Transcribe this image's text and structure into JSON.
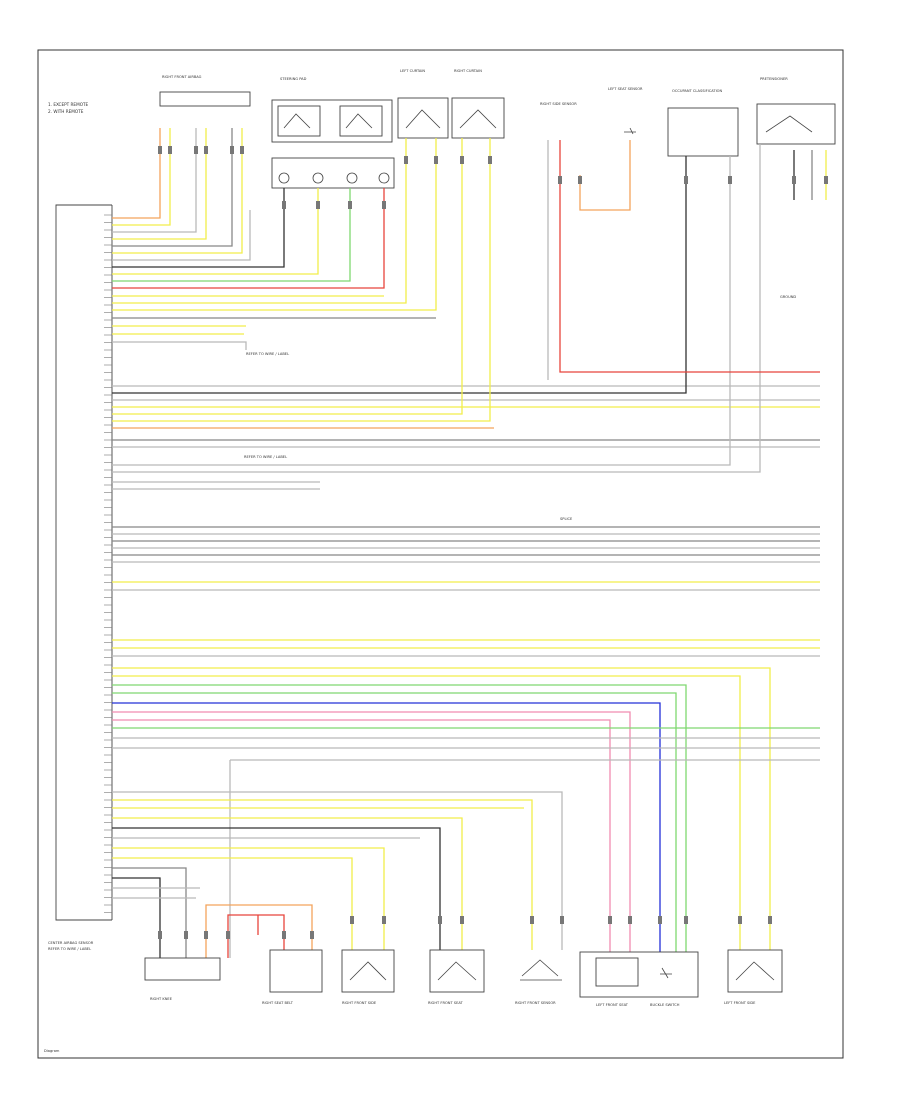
{
  "header_notes": {
    "line1": "1. EXCEPT REMOTE",
    "line2": "2. WITH REMOTE"
  },
  "components": {
    "top": [
      {
        "name": "front_passenger_airbag",
        "label": "RIGHT FRONT AIRBAG"
      },
      {
        "name": "steering_wheel_pad",
        "label": "STEERING PAD"
      },
      {
        "name": "left_curtain",
        "label": "LEFT CURTAIN"
      },
      {
        "name": "right_curtain",
        "label": "RIGHT CURTAIN"
      },
      {
        "name": "right_side_sensor",
        "label": "RIGHT SIDE SENSOR"
      },
      {
        "name": "left_seat_sensor",
        "label": "LEFT SEAT SENSOR"
      },
      {
        "name": "occupant_classification",
        "label": "OCCUPANT CLASSIFICATION"
      },
      {
        "name": "pretensioner",
        "label": "PRETENSIONER"
      }
    ],
    "bottom": [
      {
        "name": "right_knee",
        "label": "RIGHT KNEE"
      },
      {
        "name": "right_seat_belt",
        "label": "RIGHT SEAT BELT"
      },
      {
        "name": "right_front_side",
        "label": "RIGHT FRONT SIDE"
      },
      {
        "name": "right_front_seat",
        "label": "RIGHT FRONT SEAT"
      },
      {
        "name": "right_front_sensor",
        "label": "RIGHT FRONT SENSOR"
      },
      {
        "name": "left_front_seat",
        "label": "LEFT FRONT SEAT"
      },
      {
        "name": "buckle_switch",
        "label": "BUCKLE SWITCH"
      },
      {
        "name": "left_front_side",
        "label": "LEFT FRONT SIDE"
      }
    ],
    "controller": {
      "label": "CENTER AIRBAG SENSOR"
    }
  },
  "notes": {
    "mid1": "REFER TO WIRE / LABEL",
    "mid2": "REFER TO WIRE / LABEL",
    "ground": "GROUND",
    "splice": "SPLICE",
    "drawing_id": "Diagram"
  },
  "colors": {
    "yellow": "#f2ee4a",
    "red": "#e8453c",
    "blue": "#2330d8",
    "green": "#7fd870",
    "pink": "#f08cb0",
    "orange": "#f3a35c",
    "black": "#333333",
    "gray": "#888888",
    "lightgray": "#b9b9b9"
  }
}
